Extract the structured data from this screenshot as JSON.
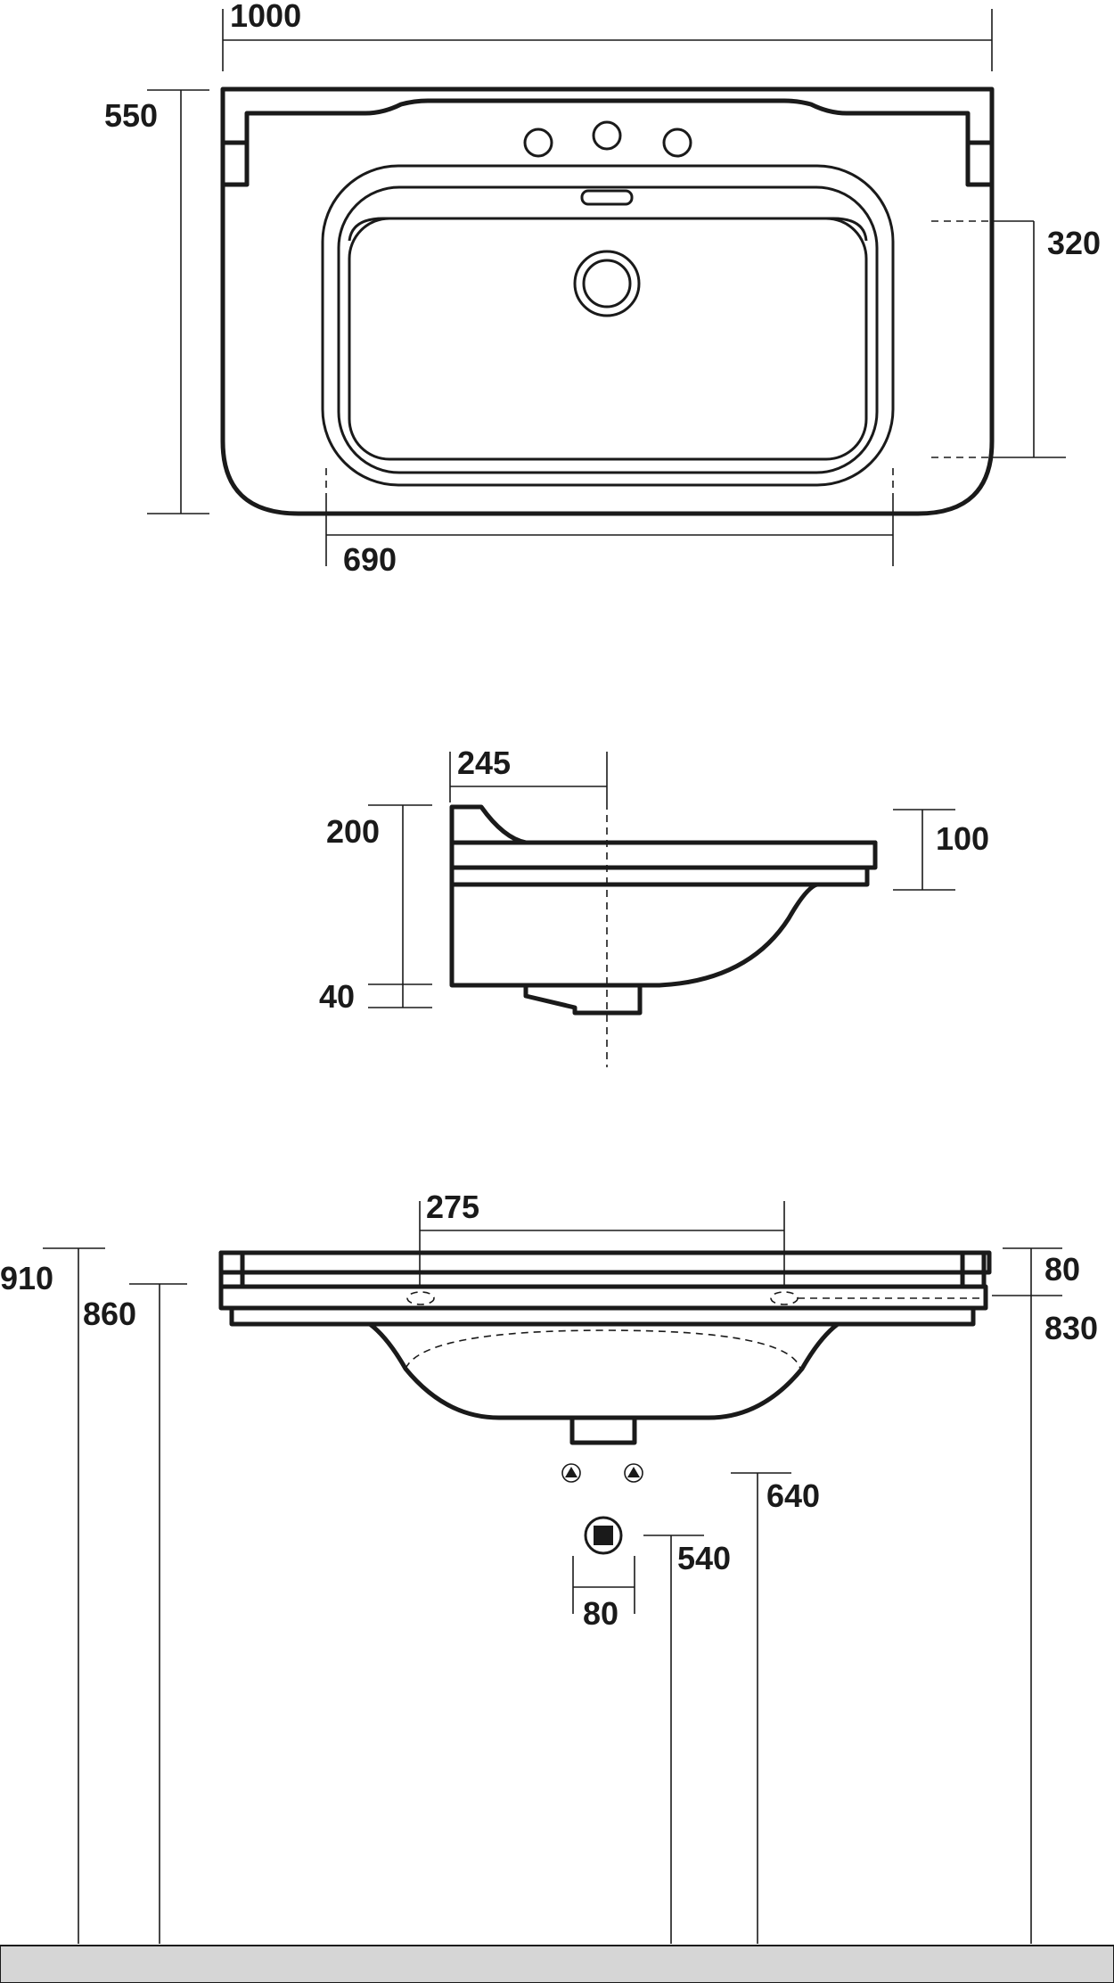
{
  "top_view": {
    "width_label": "1000",
    "depth_label": "550",
    "bowl_depth_label": "320",
    "bowl_width_label": "690"
  },
  "side_view": {
    "overhang_label": "245",
    "height_label": "200",
    "base_label": "40",
    "rim_label": "100"
  },
  "front_view": {
    "fixing_label": "275",
    "left_height_label": "910",
    "inner_height_label": "860",
    "rim_label": "80",
    "fixing_height_label": "830",
    "supply_height_label": "640",
    "waste_height_label": "540",
    "waste_width_label": "80"
  },
  "colors": {
    "line": "#1a1a1a",
    "floor": "#d6d6d6"
  }
}
